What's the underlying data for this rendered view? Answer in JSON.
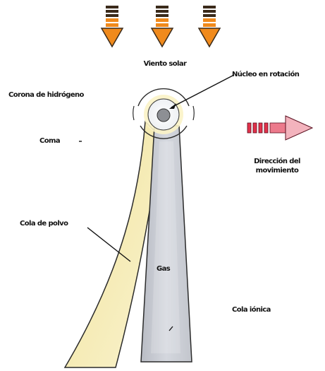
{
  "labels": {
    "vientos_solar": "Viento solar",
    "nucleo": "Núcleo en rotación",
    "corona": "Corona de hidrógeno",
    "coma": "Coma",
    "direccion_line1": "Dirección del",
    "direccion_line2": "movimiento",
    "cola_polvo": "Cola de polvo",
    "gas": "Gas",
    "cola_ionica": "Cola iónica"
  },
  "colors": {
    "solar_arrow": "#f08a1c",
    "direction_arrow": "#e2314a",
    "dust_tail": "#f3e7a5",
    "ion_tail": "#c9ccd3",
    "nucleus": "#8d8f94"
  }
}
